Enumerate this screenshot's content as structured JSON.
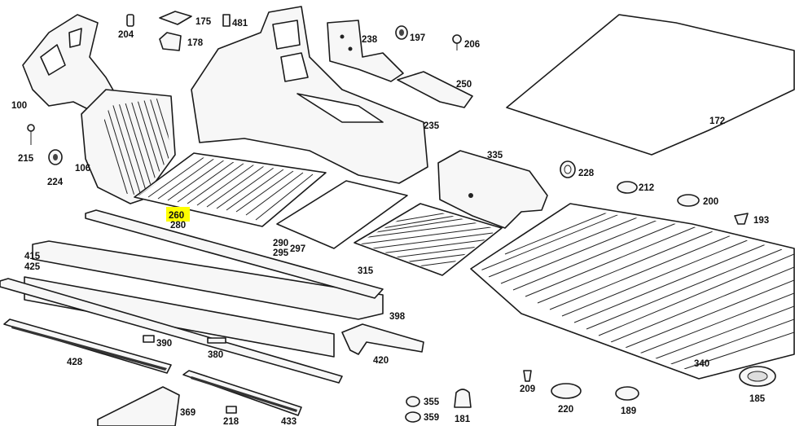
{
  "diagram": {
    "highlight_color": "#ffff00",
    "line_color": "#1a1a1a",
    "labels": {
      "p100": "100",
      "p106": "106",
      "p172": "172",
      "p175": "175",
      "p178": "178",
      "p181": "181",
      "p185": "185",
      "p189": "189",
      "p193": "193",
      "p197": "197",
      "p200": "200",
      "p204": "204",
      "p206": "206",
      "p209": "209",
      "p212": "212",
      "p215": "215",
      "p218": "218",
      "p220": "220",
      "p224": "224",
      "p228": "228",
      "p235": "235",
      "p238": "238",
      "p250": "250",
      "p260": "260",
      "p280": "280",
      "p290": "290",
      "p295": "295",
      "p297": "297",
      "p315": "315",
      "p335": "335",
      "p340": "340",
      "p355": "355",
      "p359": "359",
      "p369": "369",
      "p380": "380",
      "p390": "390",
      "p398": "398",
      "p415": "415",
      "p420": "420",
      "p425": "425",
      "p428": "428",
      "p433": "433",
      "p481": "481"
    }
  }
}
